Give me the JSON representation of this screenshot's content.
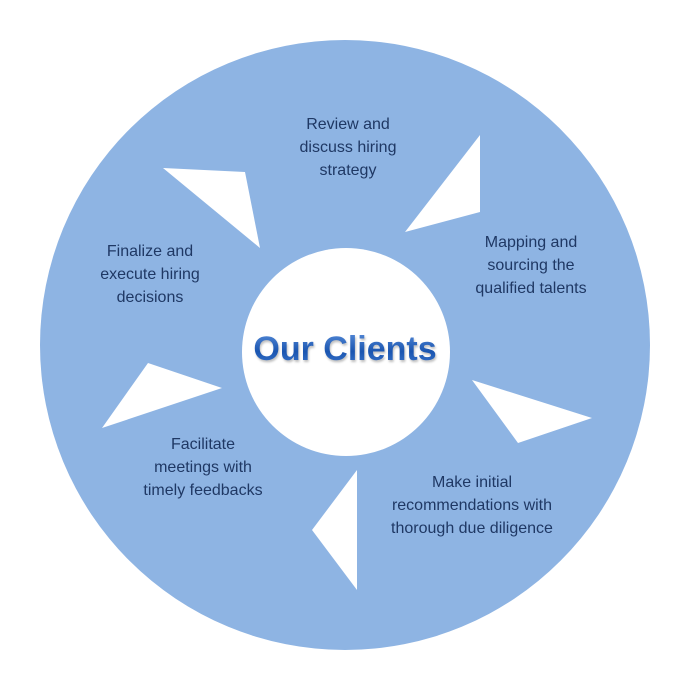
{
  "center_title": "Our Clients",
  "steps": [
    {
      "label": "Review and\ndiscuss hiring\nstrategy"
    },
    {
      "label": "Mapping and\nsourcing the\nqualified talents"
    },
    {
      "label": "Make initial\nrecommendations with\nthorough due diligence"
    },
    {
      "label": "Facilitate\nmeetings with\ntimely feedbacks"
    },
    {
      "label": "Finalize and\nexecute hiring\ndecisions"
    }
  ],
  "colors": {
    "ring": "#8EB4E3",
    "text": "#1F3864",
    "title": "#1F5FB5"
  }
}
